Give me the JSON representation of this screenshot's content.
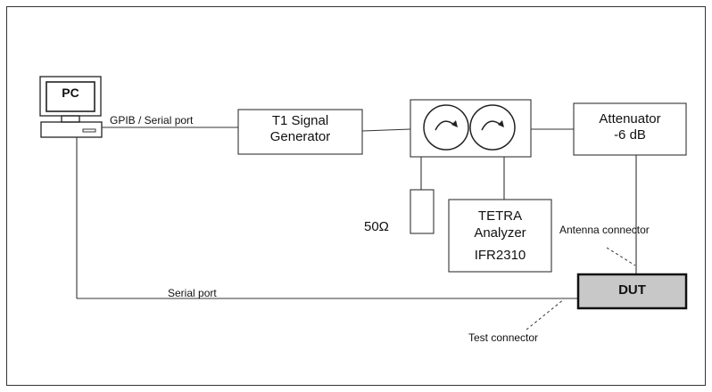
{
  "pc": {
    "label": "PC"
  },
  "links": {
    "gpib": "GPIB / Serial port",
    "serial": "Serial port"
  },
  "signal_generator": {
    "line1": "T1 Signal",
    "line2": "Generator"
  },
  "attenuator": {
    "line1": "Attenuator",
    "line2": "-6 dB"
  },
  "terminator": {
    "label": "50Ω"
  },
  "analyzer": {
    "line1": "TETRA",
    "line2": "Analyzer",
    "line3": "IFR2310"
  },
  "dut": {
    "label": "DUT"
  },
  "callouts": {
    "antenna": "Antenna connector",
    "test": "Test connector"
  },
  "colors": {
    "stroke": "#333333",
    "dut_fill": "#c8c8c8"
  }
}
